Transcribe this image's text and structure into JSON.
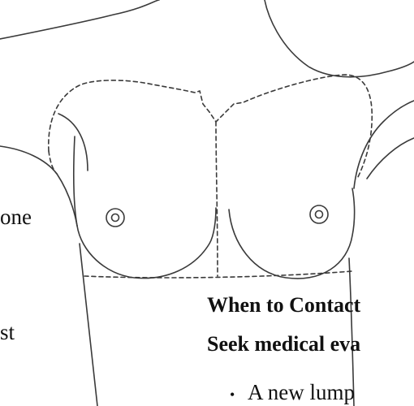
{
  "left_fragments": [
    "one",
    "st"
  ],
  "section": {
    "heading": "When to Contact",
    "subheading": "Seek medical eva"
  },
  "bullets": [
    {
      "marker": "•",
      "text": "A new lump"
    }
  ],
  "illustration": {
    "subject": "front-torso-breast-outline-icon",
    "stroke_color": "#3a3a3a"
  }
}
